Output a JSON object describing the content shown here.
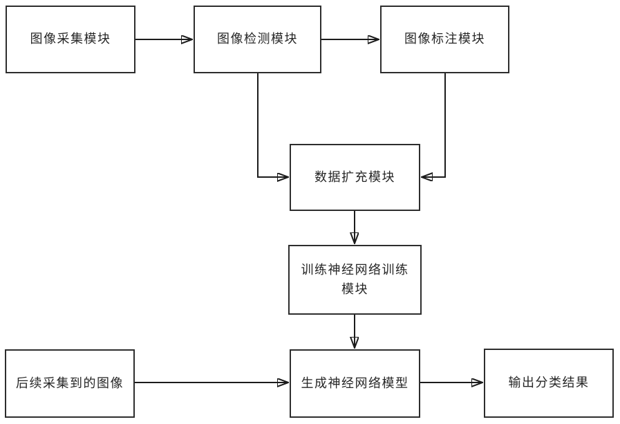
{
  "diagram": {
    "type": "flowchart",
    "background_color": "#ffffff",
    "box_border_color": "#2d2d2d",
    "line_color": "#1b1b1b",
    "text_color": "#262626",
    "nodes": [
      {
        "id": "image-acquisition",
        "label": "图像采集模块"
      },
      {
        "id": "image-detection",
        "label": "图像检测模块"
      },
      {
        "id": "image-annotation",
        "label": "图像标注模块"
      },
      {
        "id": "data-augmentation",
        "label": "数据扩充模块"
      },
      {
        "id": "nn-training",
        "label": "训练神经网络训练模块"
      },
      {
        "id": "subsequent-images",
        "label": "后续采集到的图像"
      },
      {
        "id": "generate-nn-model",
        "label": "生成神经网络模型"
      },
      {
        "id": "output-classification",
        "label": "输出分类结果"
      }
    ],
    "edges": [
      {
        "from": "image-acquisition",
        "to": "image-detection",
        "style": "arrow-right"
      },
      {
        "from": "image-detection",
        "to": "image-annotation",
        "style": "arrow-right"
      },
      {
        "from": "image-detection",
        "to": "data-augmentation",
        "style": "down-then-right-arrow"
      },
      {
        "from": "image-annotation",
        "to": "data-augmentation",
        "style": "down-then-left-arrow"
      },
      {
        "from": "data-augmentation",
        "to": "nn-training",
        "style": "arrow-down"
      },
      {
        "from": "nn-training",
        "to": "generate-nn-model",
        "style": "arrow-down"
      },
      {
        "from": "subsequent-images",
        "to": "generate-nn-model",
        "style": "arrow-right"
      },
      {
        "from": "generate-nn-model",
        "to": "output-classification",
        "style": "arrow-right"
      }
    ]
  }
}
